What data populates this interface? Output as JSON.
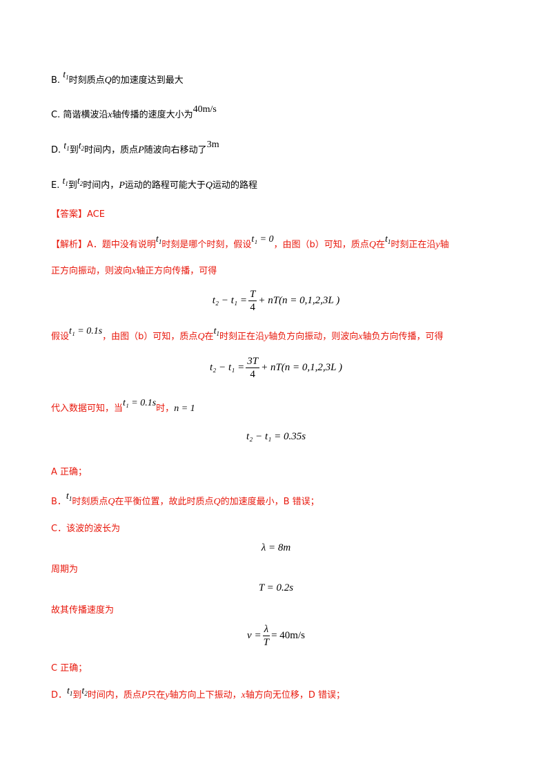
{
  "options": {
    "B": {
      "label": "B.",
      "t1": "t",
      "t1_sub": "1",
      "text": "时刻质点",
      "Q": "Q",
      "rest": "的加速度达到最大"
    },
    "C": {
      "label": "C.",
      "text1": "简谐横波沿",
      "x": "x",
      "text2": "轴传播的速度大小为",
      "value": "40m/s"
    },
    "D": {
      "label": "D.",
      "t1": "t",
      "t1_sub": "1",
      "to": "到",
      "t2": "t",
      "t2_sub": "2",
      "text1": "时间内，质点",
      "P": "P",
      "text2": "随波向右移动了",
      "value": "3m"
    },
    "E": {
      "label": "E.",
      "t1": "t",
      "t1_sub": "1",
      "to": "到",
      "t2": "t",
      "t2_sub": "2",
      "text1": "时间内，",
      "P": "P",
      "text2": "运动的路程可能大于",
      "Q": "Q",
      "text3": "运动的路程"
    }
  },
  "answer": {
    "tag": "【答案】",
    "value": "ACE"
  },
  "analysis": {
    "tag": "【解析】",
    "p1_a": "A．题中没有说明",
    "p1_b": "时刻是哪个时刻，假设",
    "p1_eq": "t₁ = 0",
    "p1_c": "，由图（b）可知，质点",
    "p1_d": "在",
    "p1_e": "时刻正在沿",
    "p1_f": "轴",
    "p2_a": "正方向振动，则波向",
    "p2_b": "轴正方向传播，可得",
    "f1_lhs": "t₂ − t₁ =",
    "f1_num": "T",
    "f1_den": "4",
    "f1_rhs": "+ nT(n = 0,1,2,3L )",
    "p3_a": "假设",
    "p3_eq": "t₁ = 0.1s",
    "p3_b": "，由图（b）可知，质点",
    "p3_c": "在",
    "p3_d": "时刻正在沿",
    "p3_e": "轴负方向振动，则波向",
    "p3_f": "轴负方向传播，可得",
    "f2_lhs": "t₂ − t₁ =",
    "f2_num": "3T",
    "f2_den": "4",
    "f2_rhs": "+ nT(n = 0,1,2,3L )",
    "p4_a": "代入数据可知，当",
    "p4_eq": "t₁ = 0.1s",
    "p4_b": "时，",
    "p4_n": "n = 1",
    "f3": "t₂ − t₁ = 0.35s",
    "a_ok": "A 正确；",
    "b_a": "B．",
    "b_b": "时刻质点",
    "b_c": "在平衡位置，故此时质点",
    "b_d": "的加速度最小，B 错误；",
    "c_head": "C．该波的波长为",
    "f4": "λ = 8m",
    "period": "周期为",
    "f5": "T = 0.2s",
    "speed": "故其传播速度为",
    "f6_lhs": "v =",
    "f6_num": "λ",
    "f6_den": "T",
    "f6_rhs": "= 40m/s",
    "c_ok": "C 正确；",
    "d_a": "D．",
    "d_b": "到",
    "d_c": "时间内，质点",
    "d_d": "只在",
    "d_e": "轴方向上下振动，",
    "d_f": "轴方向无位移，D 错误；"
  },
  "symbols": {
    "t": "t",
    "s1": "1",
    "s2": "2",
    "Q": "Q",
    "P": "P",
    "x": "x",
    "y": "y"
  },
  "colors": {
    "answer_red": "#e8180c",
    "text": "#000000"
  }
}
